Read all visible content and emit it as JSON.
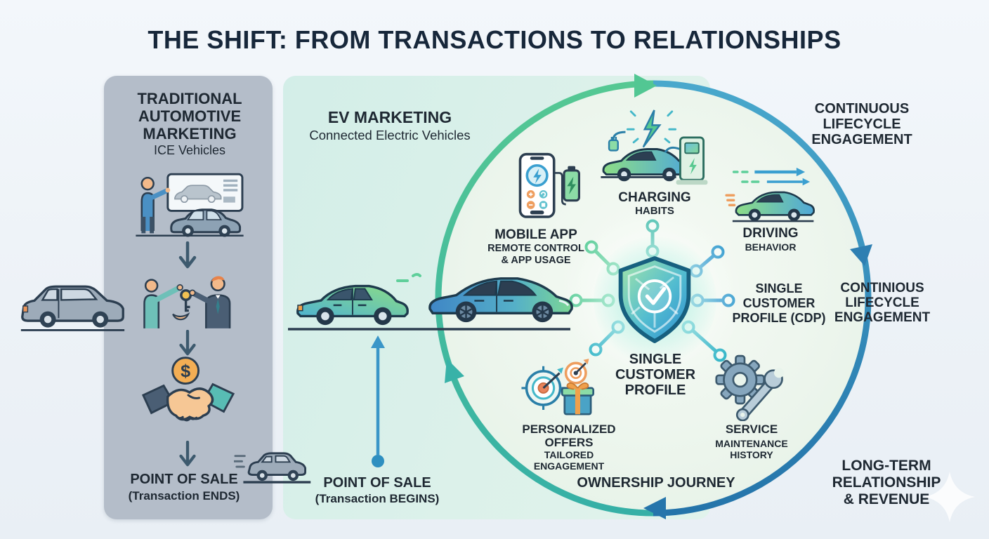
{
  "title": "THE SHIFT: FROM TRANSACTIONS TO RELATIONSHIPS",
  "left_panel": {
    "heading_lines": [
      "TRADITIONAL",
      "AUTOMOTIVE",
      "MARKETING"
    ],
    "subheading": "ICE Vehicles",
    "coin_symbol": "$",
    "pos_title": "POINT OF SALE",
    "pos_sub": "(Transaction ENDS)"
  },
  "ev_panel": {
    "heading": "EV MARKETING",
    "subheading": "Connected Electric Vehicles",
    "pos_title": "POINT OF SALE",
    "pos_sub": "(Transaction BEGINS)"
  },
  "cycle": {
    "mobile_app": {
      "title": "MOBILE APP",
      "sub_lines": [
        "REMOTE CONTROL",
        "& APP USAGE"
      ]
    },
    "charging": {
      "title": "CHARGING",
      "sub": "HABITS"
    },
    "driving": {
      "title": "DRIVING",
      "sub": "BEHAVIOR"
    },
    "cdp_lines": [
      "SINGLE",
      "CUSTOMER",
      "PROFILE (CDP)"
    ],
    "center_lines": [
      "SINGLE",
      "CUSTOMER",
      "PROFILE"
    ],
    "personalized": {
      "title_lines": [
        "PERSONALIZED",
        "OFFERS"
      ],
      "sub_lines": [
        "TAILORED",
        "ENGAGEMENT"
      ]
    },
    "service": {
      "title": "SERVICE",
      "sub_lines": [
        "MAINTENANCE",
        "HISTORY"
      ]
    },
    "journey_label": "OWNERSHIP JOURNEY"
  },
  "annotations": {
    "top_right_lines": [
      "CONTINUOUS",
      "LIFECYCLE",
      "ENGAGEMENT"
    ],
    "right_lines": [
      "CONTINIOUS",
      "LIFECYCLE",
      "ENGAGEMENT"
    ],
    "bottom_right_lines": [
      "LONG-TERM",
      "RELATIONSHIP",
      "& REVENUE"
    ]
  },
  "colors": {
    "title_text": "#17273a",
    "body_text": "#1e2832",
    "gray_panel": "#b4bdc9",
    "mint_panel": "#d8efe9",
    "circle_fill": "#eaf4ec",
    "arc_green": "#52c793",
    "arc_teal": "#38b2a8",
    "arc_blue": "#2b7fb5",
    "accent_orange": "#f0a04b",
    "node_blue": "#3a9fd0"
  }
}
